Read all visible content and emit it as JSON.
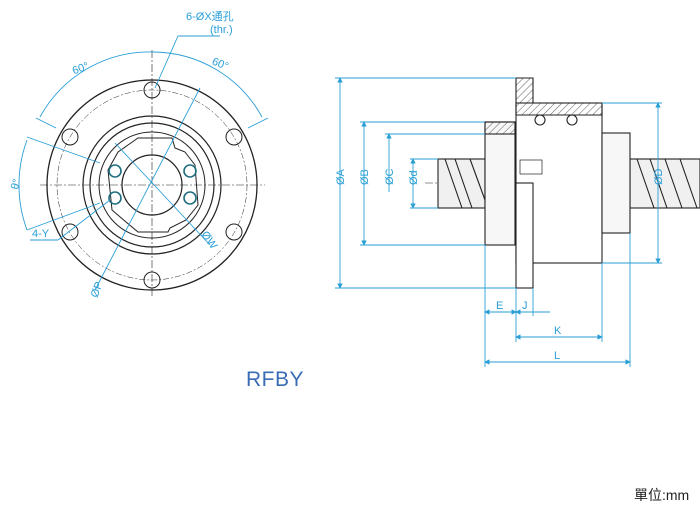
{
  "title": "RFBY",
  "unit_label": "單位:mm",
  "front_view": {
    "holes_label": "6-ØX通孔",
    "holes_sub": "(thr.)",
    "angle_left": "60°",
    "angle_right": "60°",
    "theta": "θ°",
    "bolts_label": "4-Y",
    "p_label": "ØP",
    "w_label": "ØW"
  },
  "side_view": {
    "A": "ØA",
    "B": "ØB",
    "C": "ØC",
    "d": "Ød",
    "D": "ØD",
    "E": "E",
    "J": "J",
    "K": "K",
    "L": "L"
  },
  "colors": {
    "dimension": "#2a9fd6",
    "line": "#222222",
    "title": "#3a6db5"
  }
}
